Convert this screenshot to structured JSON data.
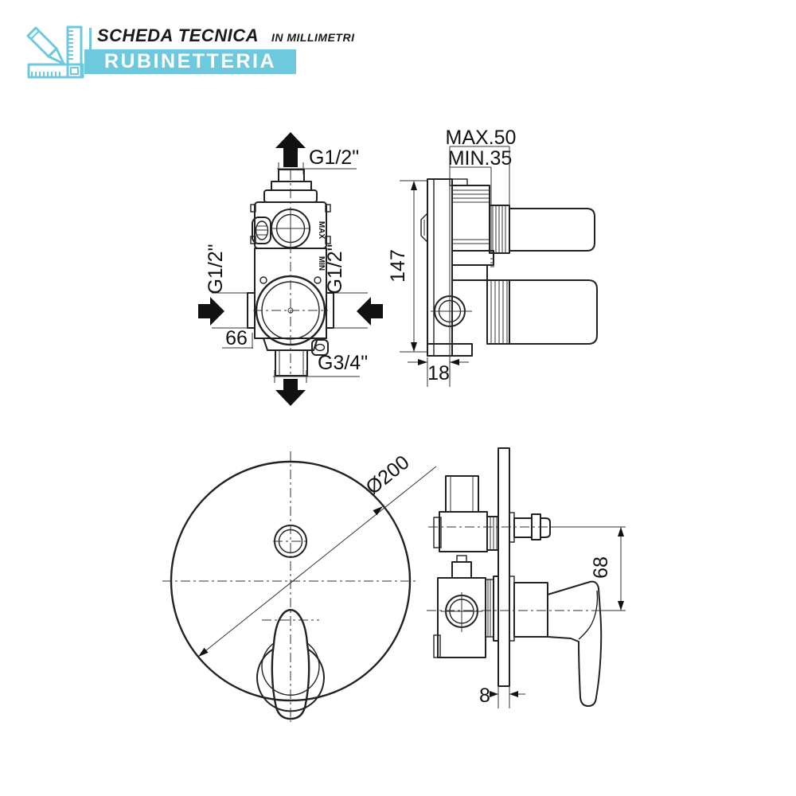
{
  "header": {
    "title": "SCHEDA TECNICA",
    "unit_note": "IN MILLIMETRI",
    "banner": "RUBINETTERIA",
    "accent_color": "#6ec8de",
    "logo_icon": "ruler-and-pencil-icon"
  },
  "front_view": {
    "top_port_label": "G1/2\"",
    "left_port_label": "G1/2\"",
    "right_port_label": "G1/2\"",
    "bottom_port_label": "G3/4\"",
    "center_offset": "66",
    "max_marking": "MAX",
    "min_marking": "MIN"
  },
  "side_view": {
    "max_depth": "MAX.50",
    "min_depth": "MIN.35",
    "body_height": "147",
    "body_depth": "18"
  },
  "plate_front_view": {
    "plate_diameter": "Ø200"
  },
  "plate_side_view": {
    "axis_spacing": "68",
    "plate_thickness": "8"
  }
}
